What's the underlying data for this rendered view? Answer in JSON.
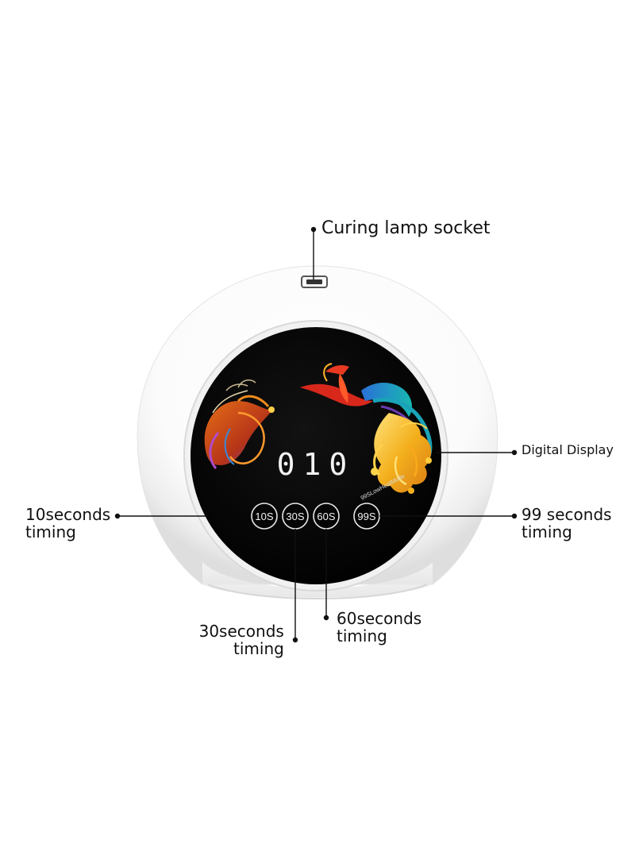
{
  "callouts": {
    "socket": "Curing lamp socket",
    "display": "Digital Display",
    "ten_line1": "10seconds",
    "ten_line2": "timing",
    "ninety_nine_line1": "99 seconds",
    "ninety_nine_line2": "timing",
    "thirty_line1": "30seconds",
    "thirty_line2": "timing",
    "sixty_line1": "60seconds",
    "sixty_line2": "timing"
  },
  "lamp": {
    "display_readout": "010",
    "buttons": [
      "10S",
      "30S",
      "60S",
      "99S"
    ],
    "low_heat_mode": "99SLowHeatMode"
  },
  "colors": {
    "body": "#ffffff",
    "screen": "#050505",
    "display_digits": "#f2f2f2",
    "button_ring": "#e8e8e8",
    "phoenix_red": "#d8281c",
    "phoenix_orange": "#f08a1c",
    "phoenix_gold": "#f5c12a",
    "phoenix_teal": "#1aa3b8",
    "phoenix_purple": "#6a3bb0"
  }
}
